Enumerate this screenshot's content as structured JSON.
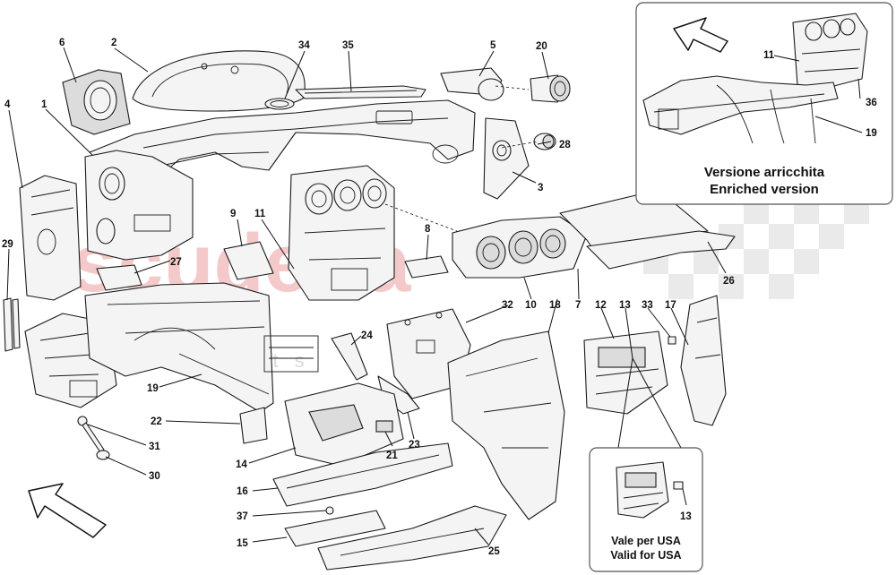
{
  "watermark": {
    "text": "scuderia",
    "subtext": "car parts",
    "color": "#e88a8a"
  },
  "callouts": [
    {
      "id": "c-6",
      "label": "6"
    },
    {
      "id": "c-2",
      "label": "2"
    },
    {
      "id": "c-34",
      "label": "34"
    },
    {
      "id": "c-35",
      "label": "35"
    },
    {
      "id": "c-5",
      "label": "5"
    },
    {
      "id": "c-20",
      "label": "20"
    },
    {
      "id": "c-4",
      "label": "4"
    },
    {
      "id": "c-1",
      "label": "1"
    },
    {
      "id": "c-28",
      "label": "28"
    },
    {
      "id": "c-3",
      "label": "3"
    },
    {
      "id": "c-9",
      "label": "9"
    },
    {
      "id": "c-11",
      "label": "11"
    },
    {
      "id": "c-8",
      "label": "8"
    },
    {
      "id": "c-29",
      "label": "29"
    },
    {
      "id": "c-27",
      "label": "27"
    },
    {
      "id": "c-26",
      "label": "26"
    },
    {
      "id": "c-32",
      "label": "32"
    },
    {
      "id": "c-10",
      "label": "10"
    },
    {
      "id": "c-18",
      "label": "18"
    },
    {
      "id": "c-7",
      "label": "7"
    },
    {
      "id": "c-12",
      "label": "12"
    },
    {
      "id": "c-13a",
      "label": "13"
    },
    {
      "id": "c-33",
      "label": "33"
    },
    {
      "id": "c-17",
      "label": "17"
    },
    {
      "id": "c-24",
      "label": "24"
    },
    {
      "id": "c-19",
      "label": "19"
    },
    {
      "id": "c-22",
      "label": "22"
    },
    {
      "id": "c-31",
      "label": "31"
    },
    {
      "id": "c-30",
      "label": "30"
    },
    {
      "id": "c-14",
      "label": "14"
    },
    {
      "id": "c-21",
      "label": "21"
    },
    {
      "id": "c-23",
      "label": "23"
    },
    {
      "id": "c-16",
      "label": "16"
    },
    {
      "id": "c-37",
      "label": "37"
    },
    {
      "id": "c-15",
      "label": "15"
    },
    {
      "id": "c-25",
      "label": "25"
    },
    {
      "id": "c-13b",
      "label": "13"
    }
  ],
  "inset_enriched": {
    "callouts": [
      {
        "id": "i-11",
        "label": "11"
      },
      {
        "id": "i-36",
        "label": "36"
      },
      {
        "id": "i-19",
        "label": "19"
      }
    ],
    "caption_line1": "Versione arricchita",
    "caption_line2": "Enriched version"
  },
  "inset_usa": {
    "callouts": [
      {
        "id": "u-13",
        "label": "13"
      }
    ],
    "caption_line1": "Vale per USA",
    "caption_line2": "Valid for USA"
  },
  "colors": {
    "stroke": "#1a1a1a",
    "part_fill": "#f4f4f4",
    "background": "#ffffff"
  }
}
